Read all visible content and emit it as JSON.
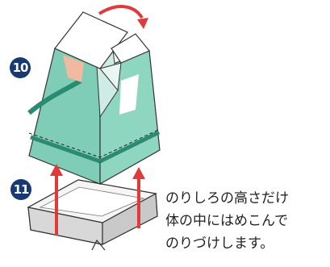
{
  "steps": {
    "step_10": "10",
    "step_11": "11"
  },
  "caption": {
    "line1": "のりしろの高さだけ",
    "line2": "体の中にはめこんで",
    "line3": "のりづけします。"
  },
  "colors": {
    "box_teal": "#7fcdb6",
    "box_stripe": "#2a8a72",
    "box_side_light": "#a7ded0",
    "skin": "#f2b9a0",
    "base_gray": "#e6e6e6",
    "arrow_red": "#e03a3a",
    "badge_navy": "#173a72"
  },
  "icons": {
    "rotate": "curved-rotate-arrow-icon",
    "insert": "up-arrow-icon"
  }
}
